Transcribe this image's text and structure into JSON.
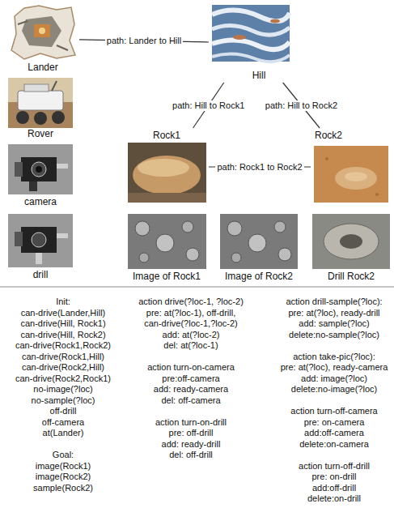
{
  "diagram": {
    "nodes": [
      {
        "text": [
          "Lander"
        ]
      },
      {
        "text": [
          "Hill"
        ]
      },
      {
        "text": [
          "Rover"
        ]
      },
      {
        "text": [
          "Rock1"
        ]
      },
      {
        "text": [
          "Rock2"
        ]
      },
      {
        "text": [
          "camera"
        ]
      },
      {
        "text": [
          "drill"
        ]
      },
      {
        "text": [
          "Image of Rock1"
        ]
      },
      {
        "text": [
          "Image of Rock2"
        ]
      },
      {
        "text": [
          "Drill Rock2"
        ]
      }
    ],
    "edges": [
      {
        "from": 0,
        "to": 1,
        "arrow": "none",
        "label": "path: Lander to Hill"
      },
      {
        "from": 1,
        "to": 3,
        "arrow": "none",
        "label": "path: Hill to Rock1"
      },
      {
        "from": 1,
        "to": 4,
        "arrow": "none",
        "label": "path: Hill to Rock2"
      },
      {
        "from": 3,
        "to": 4,
        "arrow": "none",
        "label": "path: Rock1 to Rock2"
      }
    ],
    "labels": [
      "Init:",
      "can-drive(Lander,Hill)",
      "can-drive(Hill, Rock1)",
      "can-drive(Hill, Rock2)",
      "can-drive(Rock1,Rock2)",
      "can-drive(Rock1,Hill)",
      "can-drive(Rock2,Hill)",
      "can-drive(Rock2,Rock1)",
      "no-image(?loc)",
      "no-sample(?loc)",
      "off-drill",
      "off-camera",
      "at(Lander)",
      "Goal:",
      "image(Rock1)",
      "image(Rock2)",
      "sample(Rock2)",
      "action drive(?loc-1, ?loc-2)",
      "pre: at(?loc-1), off-drill,",
      "can-drive(?loc-1,?loc-2)",
      "add: at(?loc-2)",
      "del: at(?loc-1)",
      "action turn-on-camera",
      "pre:off-camera",
      "add: ready-camera",
      "del: off-camera",
      "action turn-on-drill",
      "pre: off-drill",
      "add: ready-drill",
      "del: off-drill",
      "action drill-sample(?loc):",
      "pre: at(?loc), ready-drill",
      "add: sample(?loc)",
      "delete:no-sample(?loc)",
      "action take-pic(?loc):",
      "pre: at(?loc), ready-camera",
      "add: image(?loc)",
      "delete:no-image(?loc)",
      "action turn-off-camera",
      "pre: on-camera",
      "add:off-camera",
      "delete:on-camera",
      "action turn-off-drill",
      "pre: on-drill",
      "add:off-drill",
      "delete:on-drill"
    ]
  }
}
